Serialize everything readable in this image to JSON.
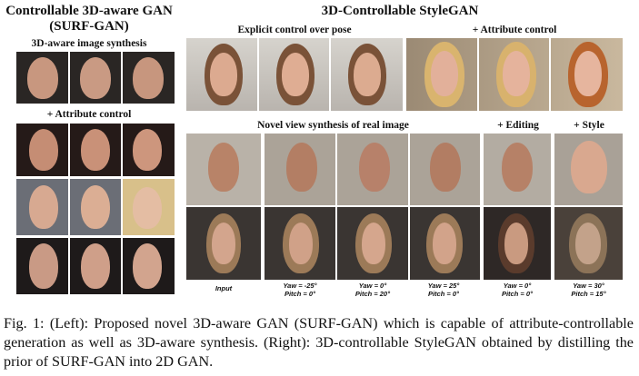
{
  "left": {
    "title_line1": "Controllable 3D-aware GAN",
    "title_line2": "(SURF-GAN)",
    "sub1": "3D-aware image synthesis",
    "sub2": "+ Attribute control"
  },
  "right": {
    "title": "3D-Controllable StyleGAN",
    "pose_header": "Explicit control over pose",
    "attr_header": "+ Attribute control",
    "novel_header": "Novel view synthesis of real image",
    "editing_header": "+ Editing",
    "style_header": "+ Style"
  },
  "labels": {
    "input": "Input",
    "c1": [
      "Yaw = -25°",
      "Pitch = 0°"
    ],
    "c2": [
      "Yaw = 0°",
      "Pitch = 20°"
    ],
    "c3": [
      "Yaw = 25°",
      "Pitch = 0°"
    ],
    "c4": [
      "Yaw = 0°",
      "Pitch = 0°"
    ],
    "c5": [
      "Yaw = 30°",
      "Pitch = 15°"
    ]
  },
  "caption": "Fig. 1: (Left): Proposed novel 3D-aware GAN (SURF-GAN) which is capable of attribute-controllable generation as well as 3D-aware synthesis. (Right): 3D-controllable StyleGAN obtained by distilling the prior of SURF-GAN into 2D GAN."
}
